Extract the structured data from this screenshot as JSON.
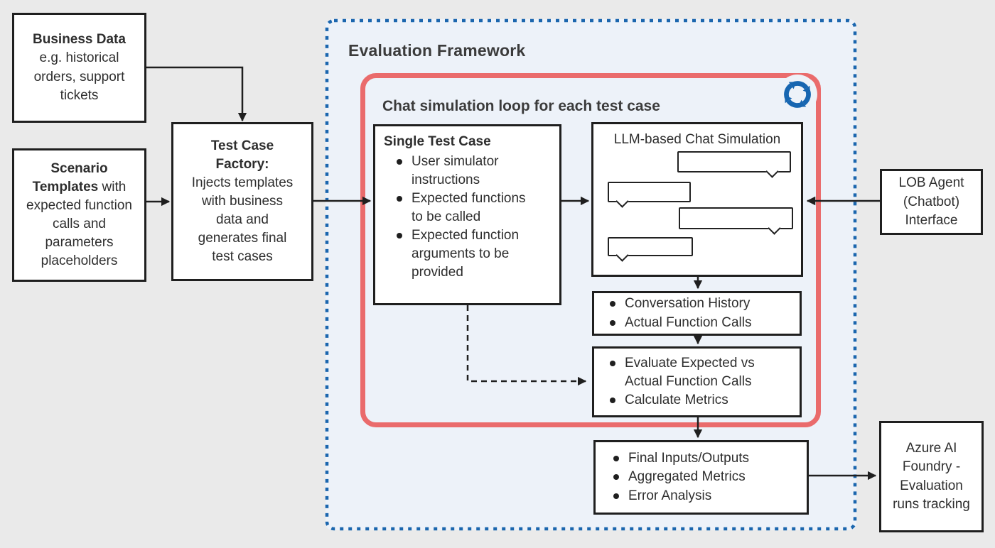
{
  "diagram": {
    "containers": {
      "evaluation_framework": {
        "title": "Evaluation Framework"
      },
      "chat_loop": {
        "title": "Chat simulation loop for each test case"
      }
    },
    "boxes": {
      "business_data": {
        "title": "Business Data",
        "body": "e.g. historical\norders, support\ntickets"
      },
      "scenario_templates": {
        "bold": "Scenario Templates",
        "rest": " with expected function calls and parameters placeholders"
      },
      "test_case_factory": {
        "title": "Test Case\nFactory:",
        "body": "Injects templates\nwith business\ndata and\ngenerates final\ntest cases"
      },
      "single_test_case": {
        "title": "Single Test Case",
        "bullets": [
          "User simulator\ninstructions",
          "Expected functions\nto be called",
          "Expected function\narguments to be\nprovided"
        ]
      },
      "llm_chat_simulation": {
        "title": "LLM-based Chat Simulation"
      },
      "conversation_history": {
        "bullets": [
          "Conversation History",
          "Actual Function Calls"
        ]
      },
      "evaluate_metrics": {
        "bullets": [
          "Evaluate Expected vs\nActual Function Calls",
          "Calculate Metrics"
        ]
      },
      "final_outputs": {
        "bullets": [
          "Final Inputs/Outputs",
          "Aggregated Metrics",
          "Error Analysis"
        ]
      },
      "lob_agent": {
        "text": "LOB Agent\n(Chatbot)\nInterface"
      },
      "azure_foundry": {
        "text": "Azure AI\nFoundry -\nEvaluation\nruns tracking"
      }
    },
    "icons": {
      "loop": "sync-loop-icon"
    },
    "colors": {
      "page_bg": "#eaeaea",
      "framework_bg": "#edf2f9",
      "framework_border": "#1b66ae",
      "loop_border": "#ea6b6c",
      "loop_icon_blue": "#1766b1",
      "box_border": "#1f1f1f",
      "text": "#2e2e2e"
    }
  }
}
